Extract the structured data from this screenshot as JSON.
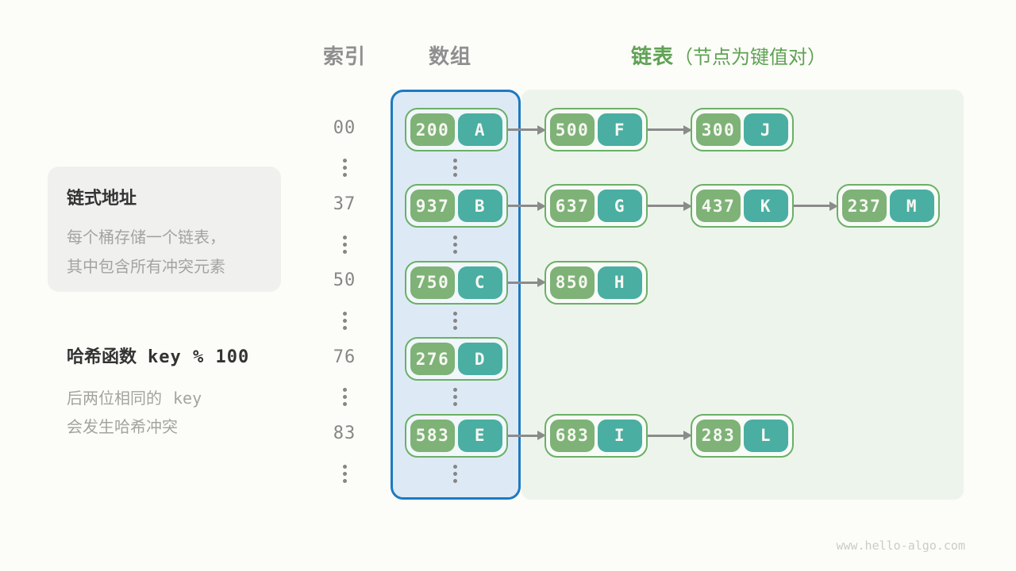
{
  "page": {
    "watermark": "www.hello-algo.com"
  },
  "headers": {
    "index_label": "索引",
    "array_label": "数组",
    "list_label": "链表",
    "list_note": "（节点为键值对）"
  },
  "annotations": {
    "chaining": {
      "title": "链式地址",
      "line1": "每个桶存储一个链表，",
      "line2": "其中包含所有冲突元素"
    },
    "hash_fn": {
      "title_prefix": "哈希函数",
      "title_code": "key % 100",
      "line1_prefix": "后两位相同的",
      "line1_code": "key",
      "line2": "会发生哈希冲突"
    }
  },
  "colors": {
    "page_bg": "#fcfcf8",
    "header_gray": "#8f8f8f",
    "header_green": "#5fa254",
    "muted": "#a3a3a1",
    "dark": "#333333",
    "box_bg": "#f0f0ee",
    "index_gray": "#868686",
    "array_region_bg": "#ddeaf5",
    "array_region_border": "#1d7ac2",
    "list_region_bg": "#edf4ec",
    "node_border": "#6bb066",
    "node_fill": "rgba(255,255,255,0.6)",
    "key_bg": "#7eb277",
    "value_bg": "#4aaea2",
    "node_text": "#f7f8f2",
    "arrow": "#8b8b8b",
    "watermark": "#cbcbc9"
  },
  "rows": [
    {
      "type": "bucket",
      "index": "00",
      "bucket": {
        "key": "200",
        "value": "A"
      },
      "chain": [
        {
          "key": "500",
          "value": "F"
        },
        {
          "key": "300",
          "value": "J"
        }
      ]
    },
    {
      "type": "dots"
    },
    {
      "type": "bucket",
      "index": "37",
      "bucket": {
        "key": "937",
        "value": "B"
      },
      "chain": [
        {
          "key": "637",
          "value": "G"
        },
        {
          "key": "437",
          "value": "K"
        },
        {
          "key": "237",
          "value": "M"
        }
      ]
    },
    {
      "type": "dots"
    },
    {
      "type": "bucket",
      "index": "50",
      "bucket": {
        "key": "750",
        "value": "C"
      },
      "chain": [
        {
          "key": "850",
          "value": "H"
        }
      ]
    },
    {
      "type": "dots"
    },
    {
      "type": "bucket",
      "index": "76",
      "bucket": {
        "key": "276",
        "value": "D"
      },
      "chain": []
    },
    {
      "type": "dots"
    },
    {
      "type": "bucket",
      "index": "83",
      "bucket": {
        "key": "583",
        "value": "E"
      },
      "chain": [
        {
          "key": "683",
          "value": "I"
        },
        {
          "key": "283",
          "value": "L"
        }
      ]
    },
    {
      "type": "dots"
    }
  ]
}
